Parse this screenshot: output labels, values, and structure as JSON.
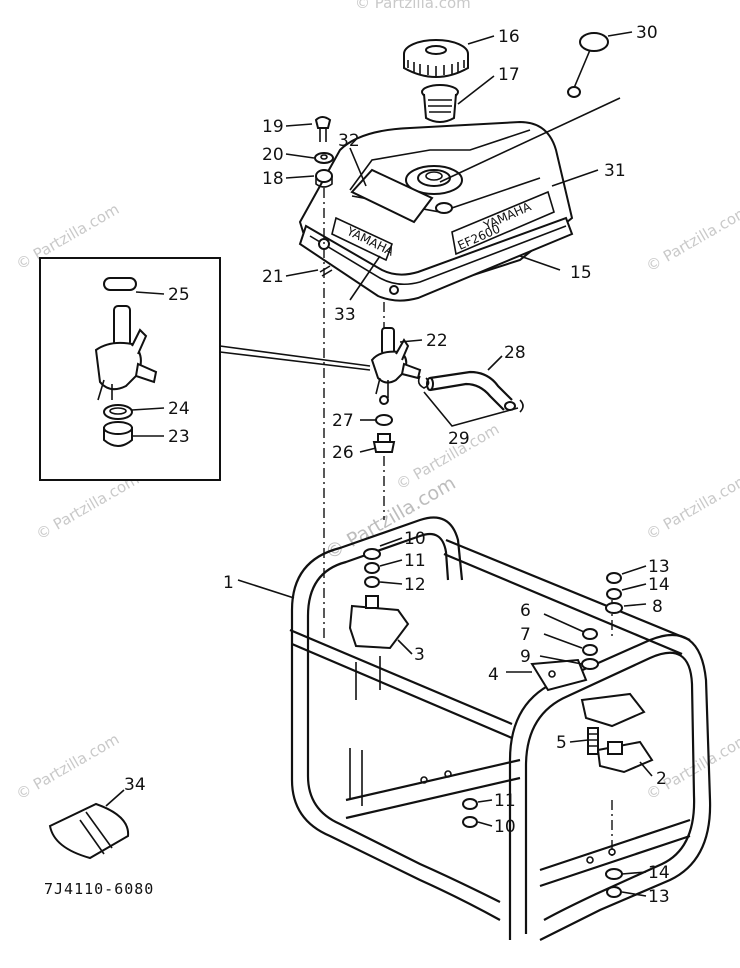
{
  "diagram": {
    "code": "7J4110-6080",
    "tank_brand": "YAMAHA",
    "tank_model": "EF2600",
    "strip_label": "YAMAHA",
    "callouts": [
      "1",
      "2",
      "3",
      "4",
      "5",
      "6",
      "7",
      "8",
      "9",
      "10",
      "11",
      "12",
      "13",
      "14",
      "15",
      "16",
      "17",
      "18",
      "19",
      "20",
      "21",
      "22",
      "23",
      "24",
      "25",
      "26",
      "27",
      "28",
      "29",
      "30",
      "31",
      "32",
      "33",
      "34"
    ],
    "repeat_callouts": [
      "10",
      "11",
      "13",
      "14"
    ]
  },
  "watermark": {
    "small": "© Partzilla.com",
    "center": "© Partzilla.com"
  }
}
